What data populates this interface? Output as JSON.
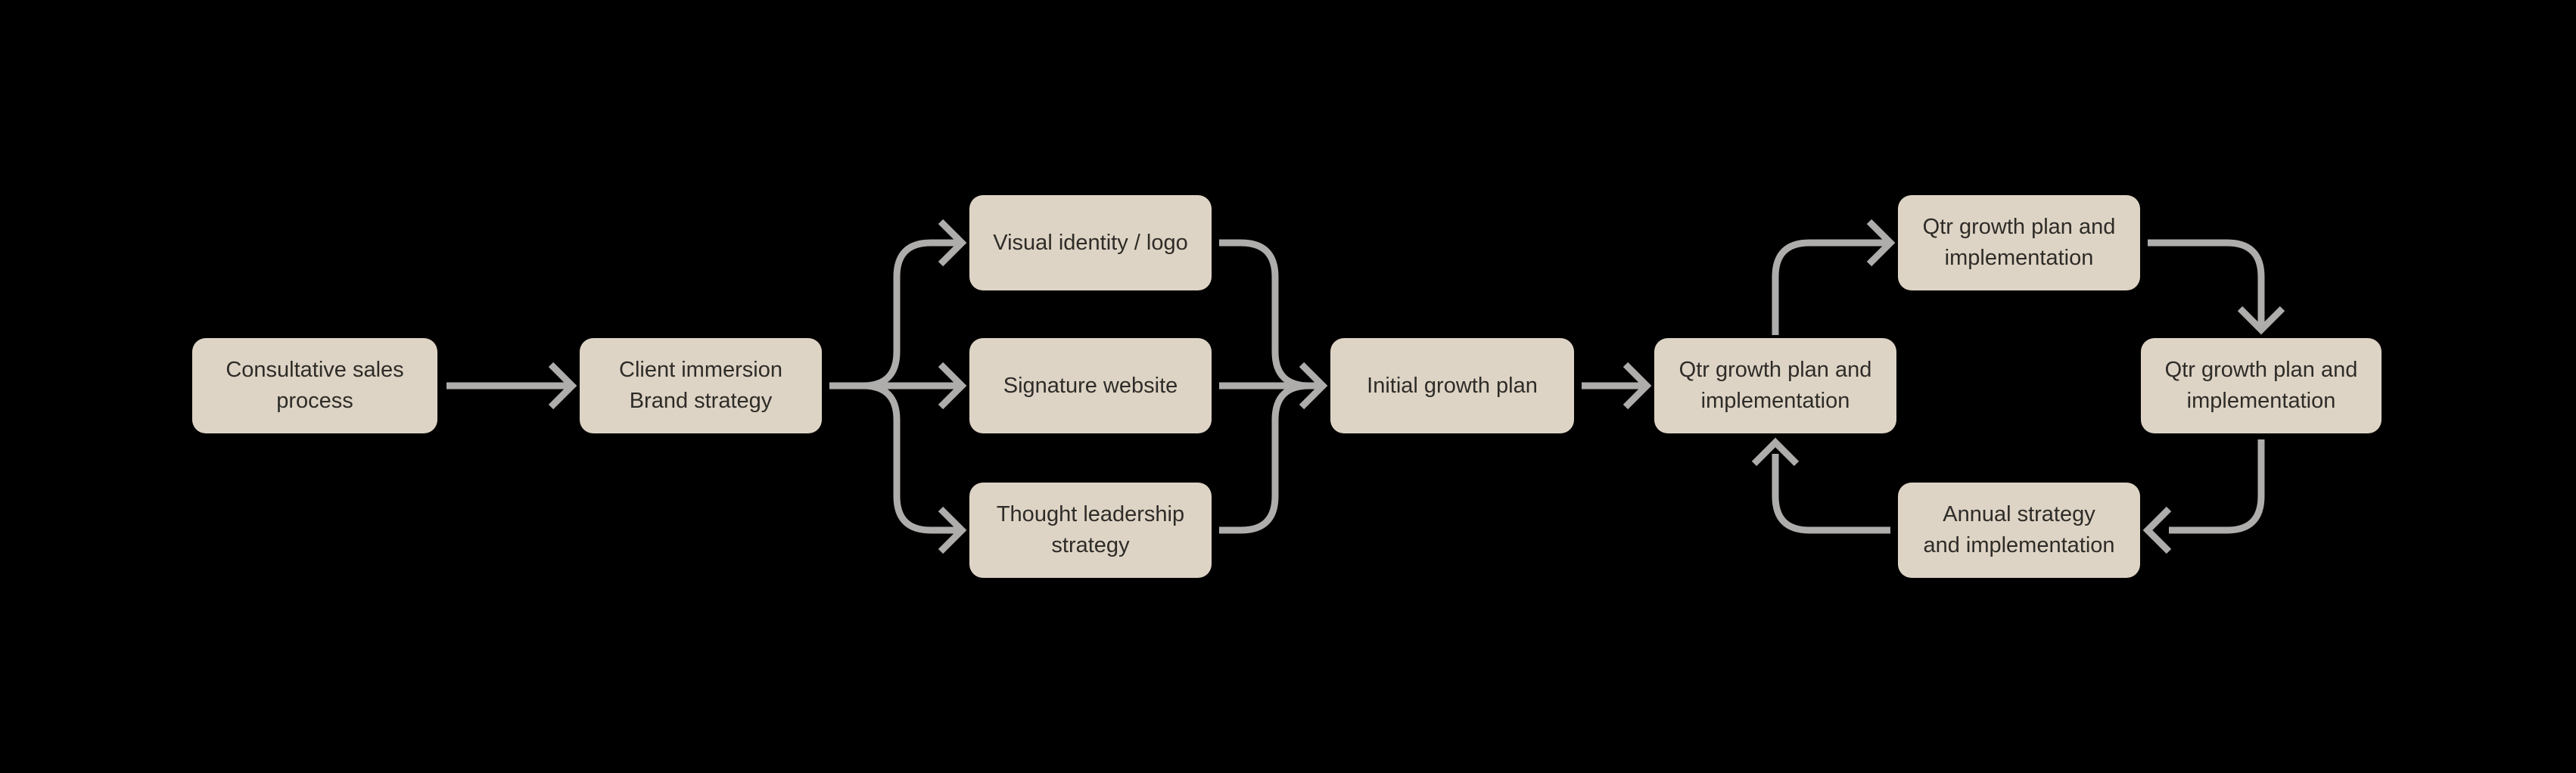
{
  "diagram": {
    "title": "",
    "background_color": "#000000",
    "node_fill_color": "#ded4c5",
    "node_text_color": "#2e2c28",
    "arrow_color": "#aeadab",
    "nodes": [
      {
        "id": "consultative-sales-process",
        "line1": "Consultative sales",
        "line2": "process"
      },
      {
        "id": "client-immersion-brand-strategy",
        "line1": "Client immersion",
        "line2": "Brand strategy"
      },
      {
        "id": "visual-identity-logo",
        "line1": "Visual identity / logo",
        "line2": ""
      },
      {
        "id": "signature-website",
        "line1": "Signature website",
        "line2": ""
      },
      {
        "id": "thought-leadership-strategy",
        "line1": "Thought leadership",
        "line2": "strategy"
      },
      {
        "id": "initial-growth-plan",
        "line1": "Initial growth plan",
        "line2": ""
      },
      {
        "id": "qtr-growth-plan-left",
        "line1": "Qtr growth plan and",
        "line2": "implementation"
      },
      {
        "id": "qtr-growth-plan-top",
        "line1": "Qtr growth plan and",
        "line2": "implementation"
      },
      {
        "id": "qtr-growth-plan-right",
        "line1": "Qtr growth plan and",
        "line2": "implementation"
      },
      {
        "id": "annual-strategy-implementation",
        "line1": "Annual strategy",
        "line2": "and implementation"
      }
    ],
    "edges": [
      "consultative-sales-process -> client-immersion-brand-strategy",
      "client-immersion-brand-strategy -> visual-identity-logo",
      "client-immersion-brand-strategy -> signature-website",
      "client-immersion-brand-strategy -> thought-leadership-strategy",
      "visual-identity-logo -> initial-growth-plan",
      "signature-website -> initial-growth-plan",
      "thought-leadership-strategy -> initial-growth-plan",
      "initial-growth-plan -> qtr-growth-plan-left",
      "qtr-growth-plan-left -> qtr-growth-plan-top",
      "qtr-growth-plan-top -> qtr-growth-plan-right",
      "qtr-growth-plan-right -> annual-strategy-implementation",
      "annual-strategy-implementation -> qtr-growth-plan-left"
    ]
  }
}
